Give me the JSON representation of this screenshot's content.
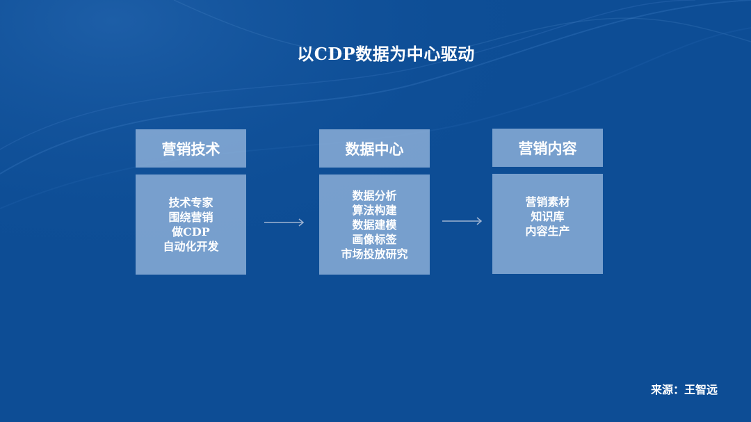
{
  "title": "以CDP数据为中心驱动",
  "columns": [
    {
      "header": "营销技术",
      "items": [
        "技术专家",
        "围绕营销",
        "做CDP",
        "自动化开发"
      ]
    },
    {
      "header": "数据中心",
      "items": [
        "数据分析",
        "算法构建",
        "数据建模",
        "画像标签",
        "市场投放研究"
      ]
    },
    {
      "header": "营销内容",
      "items": [
        "营销素材",
        "知识库",
        "内容生产"
      ]
    }
  ],
  "source": "来源：王智远",
  "colors": {
    "background": "#0d4d95",
    "box": "#96b6dc",
    "arrow": "#9fb4d2",
    "text": "#ffffff"
  }
}
